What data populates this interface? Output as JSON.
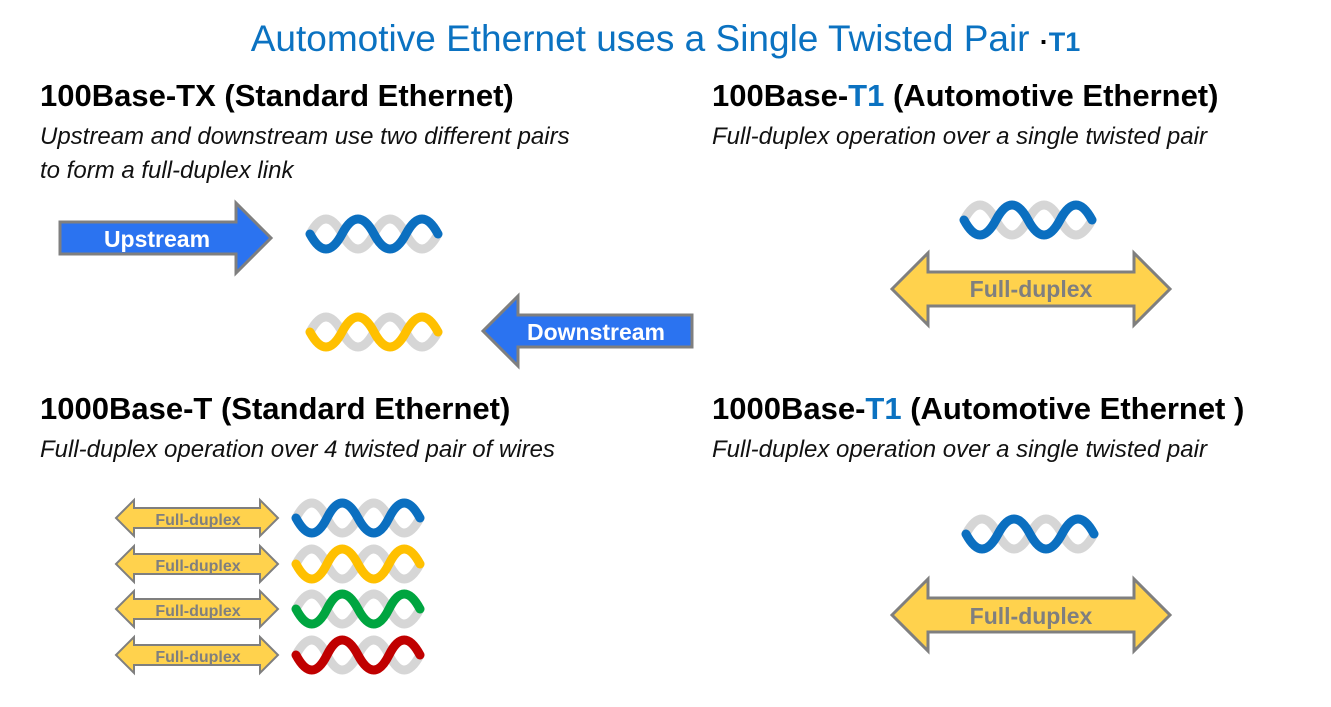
{
  "title": {
    "main": "Automotive Ethernet uses a Single Twisted Pair",
    "dot": "·",
    "tag": "T1"
  },
  "sections": {
    "tx100": {
      "heading": "100Base-TX (Standard Ethernet)",
      "desc_line1": "Upstream and downstream use two different pairs",
      "desc_line2": "to form a full-duplex link",
      "upstream_label": "Upstream",
      "downstream_label": "Downstream"
    },
    "t1_100": {
      "heading_pre": "100Base-",
      "heading_hl": "T1",
      "heading_post": " (Automotive Ethernet)",
      "desc": "Full-duplex operation over a single twisted pair",
      "arrow_label": "Full-duplex"
    },
    "t1000": {
      "heading": "1000Base-T (Standard Ethernet)",
      "desc": "Full-duplex operation over 4 twisted pair of wires",
      "arrow_labels": [
        "Full-duplex",
        "Full-duplex",
        "Full-duplex",
        "Full-duplex"
      ]
    },
    "t1_1000": {
      "heading_pre": "1000Base-",
      "heading_hl": "T1",
      "heading_post": " (Automotive Ethernet )",
      "desc": "Full-duplex operation over a single twisted pair",
      "arrow_label": "Full-duplex"
    }
  },
  "colors": {
    "title": "#0b72c1",
    "blue_wire": "#0b6fc0",
    "yellow_wire": "#ffc000",
    "green_wire": "#00a540",
    "red_wire": "#c00000",
    "grey_wire": "#d6d6d6",
    "upstream_arrow": "#2b73f0",
    "duplex_arrow": "#ffd24d",
    "arrow_outline": "#7f7f7f"
  }
}
